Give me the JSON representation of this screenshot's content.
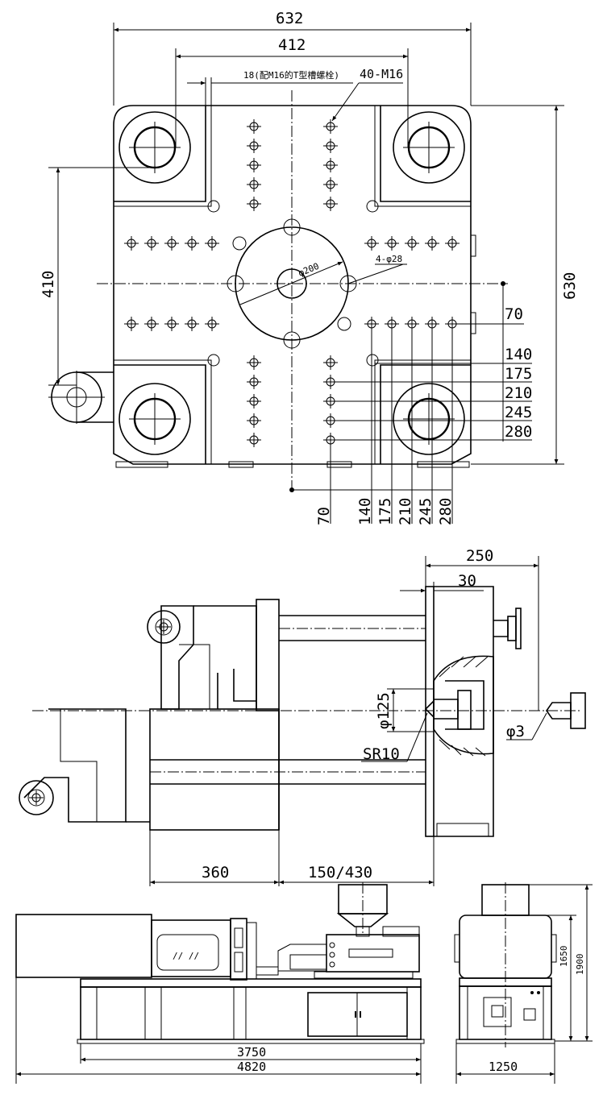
{
  "top_view": {
    "dims": {
      "width_outer": "632",
      "tiebar_spacing_h": "412",
      "tslot_note": "18(配M16的T型槽螺栓)",
      "holes_note": "40-M16",
      "tiebar_spacing_v": "410",
      "height_outer": "630",
      "center_dia": "φ200",
      "ring_holes": "4-φ28",
      "right_70": "70",
      "right_140": "140",
      "right_175": "175",
      "right_210": "210",
      "right_245": "245",
      "right_280": "280",
      "bottom_70": "70",
      "bottom_140": "140",
      "bottom_175": "175",
      "bottom_210": "210",
      "bottom_245": "245",
      "bottom_280": "280"
    }
  },
  "side_view": {
    "dims": {
      "nozzle_stroke": "250",
      "nozzle_30": "30",
      "locating_dia": "φ125",
      "nozzle_sphere": "SR10",
      "nozzle_hole": "φ3",
      "min_mold": "360",
      "opening": "150/430"
    }
  },
  "machine_view": {
    "dims": {
      "base_length": "3750",
      "total_length": "4820",
      "height_1650": "1650",
      "height_1900": "1900",
      "width_1250": "1250"
    }
  }
}
